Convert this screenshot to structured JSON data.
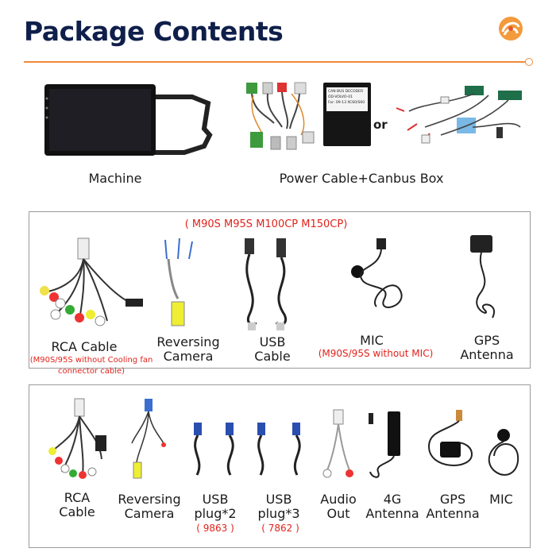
{
  "header": {
    "title": "Package Contents",
    "accent_color": "#f08a3c",
    "title_color": "#0f1f4a",
    "logo_icon": "orange-swirl-logo"
  },
  "top_row": {
    "machine_label": "Machine",
    "or_text": "or",
    "power_label": "Power Cable+Canbus Box",
    "canbus_box": {
      "line1": "CAN BUS DECODER",
      "line2": "OD-VOLVO-01",
      "line3": "For: 09-13 XC60/S60"
    }
  },
  "box1": {
    "models": "( M90S M95S M100CP M150CP)",
    "items": [
      {
        "label": "RCA Cable",
        "note": "(M90S/95S without Cooling fan connector cable)"
      },
      {
        "label": "Reversing Camera"
      },
      {
        "label": "USB Cable"
      },
      {
        "label": "MIC",
        "note": "(M90S/95S without MIC)"
      },
      {
        "label": "GPS Antenna"
      }
    ]
  },
  "box2": {
    "items": [
      {
        "label": "RCA Cable"
      },
      {
        "label": "Reversing Camera"
      },
      {
        "label": "USB plug*2",
        "note": "( 9863 )"
      },
      {
        "label": "USB plug*3",
        "note": "( 7862 )"
      },
      {
        "label": "Audio Out"
      },
      {
        "label": "4G Antenna"
      },
      {
        "label": "GPS Antenna"
      },
      {
        "label": "MIC"
      }
    ]
  }
}
